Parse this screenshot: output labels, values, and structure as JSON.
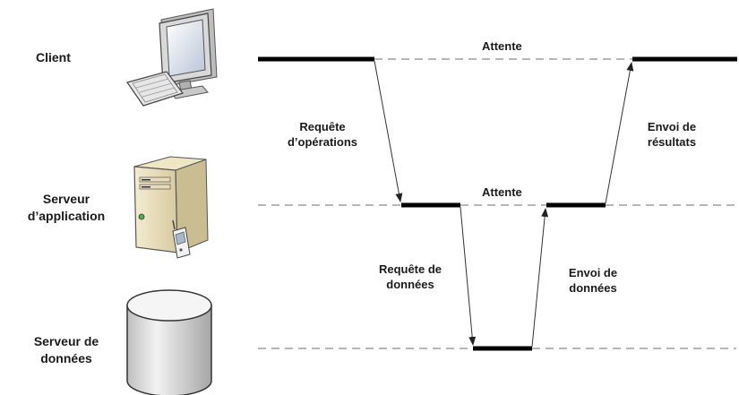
{
  "rows": {
    "client": "Client",
    "app_server_line1": "Serveur",
    "app_server_line2": "d’application",
    "data_server_line1": "Serveur de",
    "data_server_line2": "données"
  },
  "annotations": {
    "wait_top": "Attente",
    "wait_middle": "Attente",
    "op_request_line1": "Requête",
    "op_request_line2": "d’opérations",
    "results_send_line1": "Envoi de",
    "results_send_line2": "résultats",
    "data_request_line1": "Requête de",
    "data_request_line2": "données",
    "data_send_line1": "Envoi de",
    "data_send_line2": "données"
  },
  "icons": {
    "client": "desktop-computer-icon",
    "app_server": "server-tower-with-phone-icon",
    "data_server": "database-cylinder-icon"
  },
  "colors": {
    "active_bar": "#000000",
    "wait_line": "#8c8c8c",
    "arrow": "#333333"
  }
}
